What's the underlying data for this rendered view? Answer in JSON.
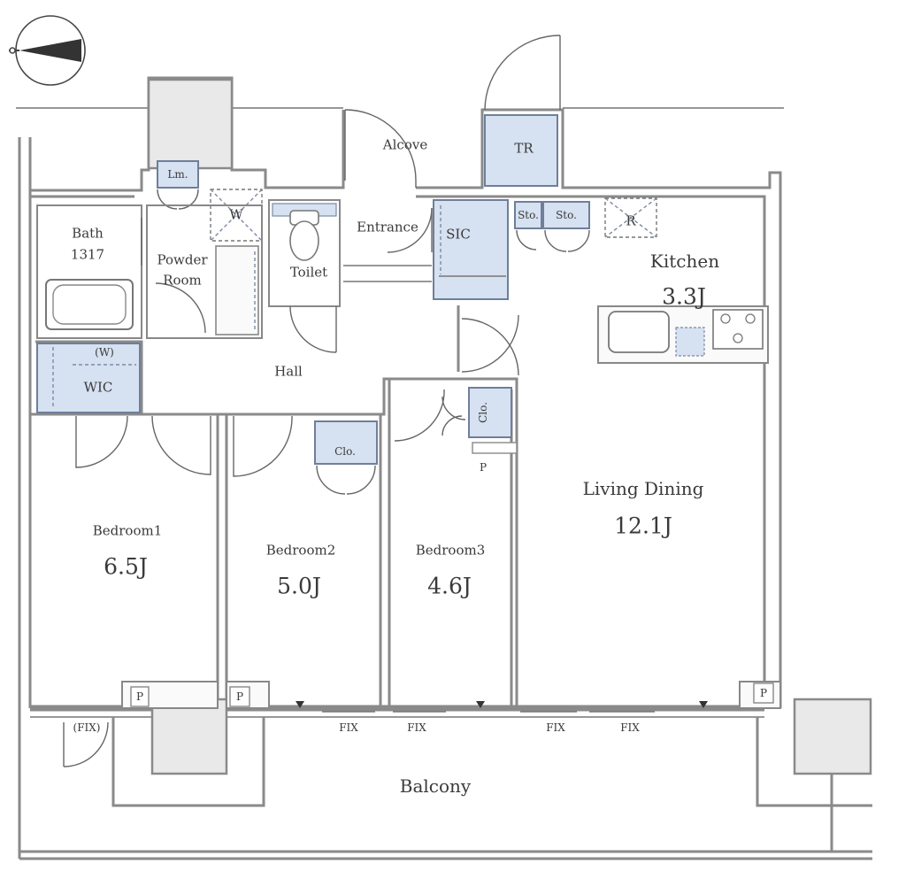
{
  "labels": {
    "alcove": "Alcove",
    "tr": "TR",
    "lm": "Lm.",
    "w_laundry": "W",
    "entrance": "Entrance",
    "sic": "SIC",
    "sto1": "Sto.",
    "sto2": "Sto.",
    "r_fridge": "R",
    "kitchen": "Kitchen",
    "kitchen_area": "3.3J",
    "bath": "Bath",
    "bath_size": "1317",
    "powder_line1": "Powder",
    "powder_line2": "Room",
    "toilet": "Toilet",
    "wic_w": "(W)",
    "wic": "WIC",
    "hall": "Hall",
    "clo1": "Clo.",
    "clo2": "Clo.",
    "ps": "P",
    "living_dining": "Living Dining",
    "ld_area": "12.1J",
    "bedroom1": "Bedroom1",
    "bedroom1_area": "6.5J",
    "bedroom2": "Bedroom2",
    "bedroom2_area": "5.0J",
    "bedroom3": "Bedroom3",
    "bedroom3_area": "4.6J",
    "p1": "P",
    "p2": "P",
    "p3": "P",
    "pfix": "(FIX)",
    "fix1": "FIX",
    "fix2": "FIX",
    "fix3": "FIX",
    "fix4": "FIX",
    "balcony": "Balcony"
  },
  "colors": {
    "wall": "#8a8a8a",
    "wall_fill": "#f2f2f2",
    "storage_fill": "#d6e1f1",
    "storage_stroke": "#6f7f99",
    "line": "#666666",
    "text": "#3a3a3a"
  },
  "icons": [
    "compass-icon",
    "bathtub-icon",
    "toilet-icon",
    "sink-icon",
    "stove-icon",
    "door-swing-icon"
  ]
}
